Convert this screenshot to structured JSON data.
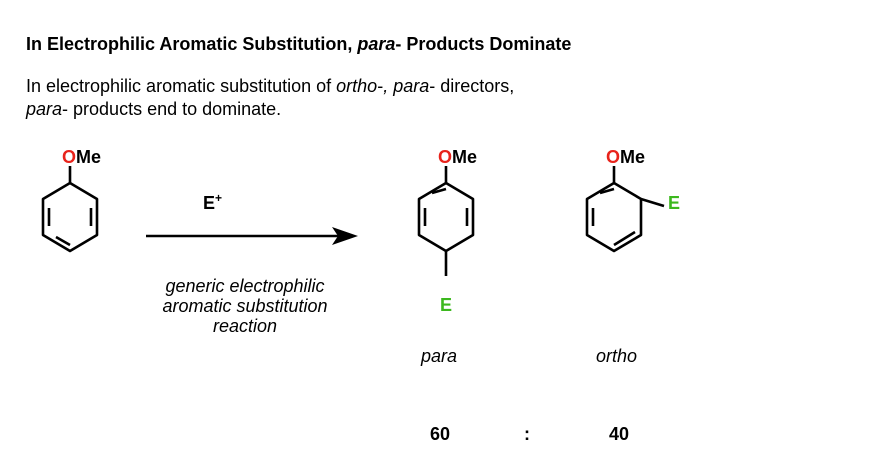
{
  "title": {
    "main": "In Electrophilic Aromatic Substitution, ",
    "italic": "para",
    "rest": "- Products Dominate"
  },
  "intro": {
    "line1_a": "In electrophilic aromatic substitution of ",
    "line1_b": "ortho",
    "line1_c": "-",
    "line1_d": ", para",
    "line1_e": "- directors,",
    "line2_a": "para",
    "line2_b": "- products end to dominate."
  },
  "substituent": {
    "o": "O",
    "me": "Me"
  },
  "electrophile": {
    "label": "E",
    "charge": "+"
  },
  "conditions": {
    "line1": "generic electrophilic",
    "line2": "aromatic substitution",
    "line3": "reaction"
  },
  "products": {
    "para_label": "para",
    "ortho_label": "ortho",
    "para_ratio": "60",
    "separator": ":",
    "ortho_ratio": "40"
  },
  "colors": {
    "oxygen": "#e8231b",
    "electrophile": "#3cb81e",
    "bond": "#000000"
  }
}
